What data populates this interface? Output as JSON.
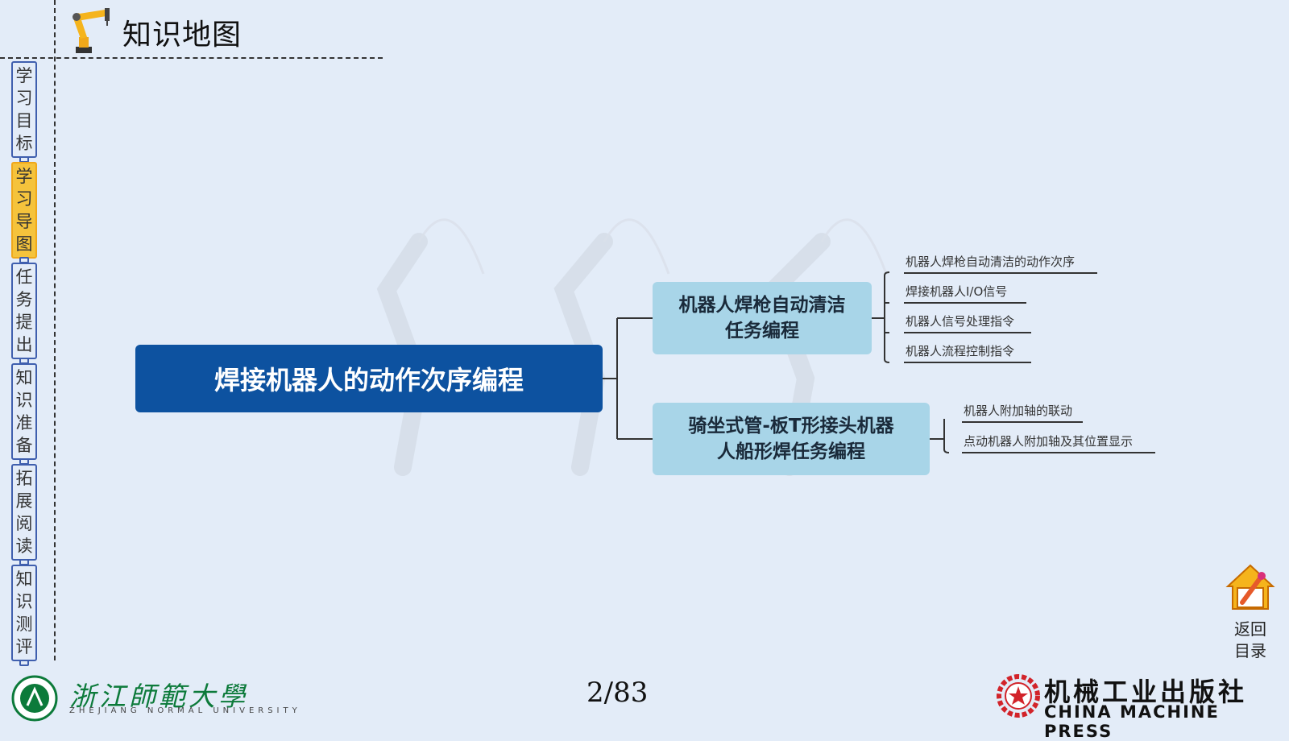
{
  "header": {
    "title": "知识地图",
    "icon": "robot-arm-icon"
  },
  "side_nav": {
    "active_index": 1,
    "active_color": "#f5c33c",
    "items": [
      {
        "chars": [
          "学",
          "习",
          "目",
          "标"
        ]
      },
      {
        "chars": [
          "学",
          "习",
          "导",
          "图"
        ]
      },
      {
        "chars": [
          "任",
          "务",
          "提",
          "出"
        ]
      },
      {
        "chars": [
          "知",
          "识",
          "准",
          "备"
        ]
      },
      {
        "chars": [
          "拓",
          "展",
          "阅",
          "读"
        ]
      },
      {
        "chars": [
          "知",
          "识",
          "测",
          "评"
        ]
      }
    ]
  },
  "mindmap": {
    "root": "焊接机器人的动作次序编程",
    "root_color": "#0d52a0",
    "branch_color": "#a8d5e8",
    "branches": [
      {
        "lines": [
          "机器人焊枪自动清洁",
          "任务编程"
        ],
        "leaves": [
          "机器人焊枪自动清洁的动作次序",
          "焊接机器人I/O信号",
          "机器人信号处理指令",
          "机器人流程控制指令"
        ]
      },
      {
        "lines": [
          "骑坐式管-板T形接头机器",
          "人船形焊任务编程"
        ],
        "leaves": [
          "机器人附加轴的联动",
          "点动机器人附加轴及其位置显示"
        ]
      }
    ]
  },
  "footer": {
    "page": "2/83",
    "university": "浙江師範大學",
    "university_en": "ZHEJIANG NORMAL UNIVERSITY",
    "press_cn": "机械工业出版社",
    "press_en": "CHINA MACHINE PRESS",
    "home_label_1": "返回",
    "home_label_2": "目录",
    "home_icon": "home-edit-icon"
  }
}
